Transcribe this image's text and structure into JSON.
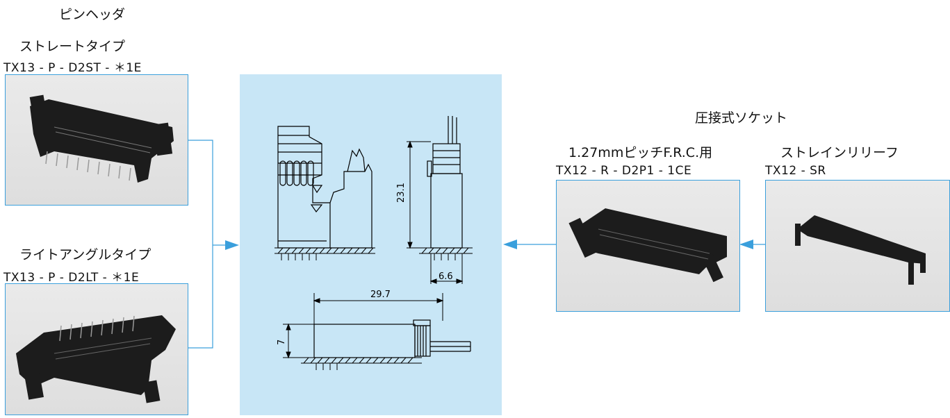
{
  "pin_header": {
    "heading": "ピンヘッダ",
    "straight": {
      "title": "ストレートタイプ",
      "part": "TX13 -     P - D2ST - ＊1E"
    },
    "right_angle": {
      "title": "ライトアングルタイプ",
      "part": "TX13 -     P - D2LT - ＊1E"
    }
  },
  "socket": {
    "heading": "圧接式ソケット",
    "frc": {
      "title": "1.27mmピッチF.R.C.用",
      "part": "TX12 -     R - D2P1 - 1CE"
    },
    "relief": {
      "title": "ストレインリリーフ",
      "part": "TX12 - SR"
    }
  },
  "dimensions": {
    "height": "23.1",
    "width": "6.6",
    "length": "29.7",
    "side_height": "7"
  },
  "colors": {
    "accent": "#3a9fdc",
    "panel": "#c8e6f6",
    "photo_bg": "#e4e4e4"
  }
}
